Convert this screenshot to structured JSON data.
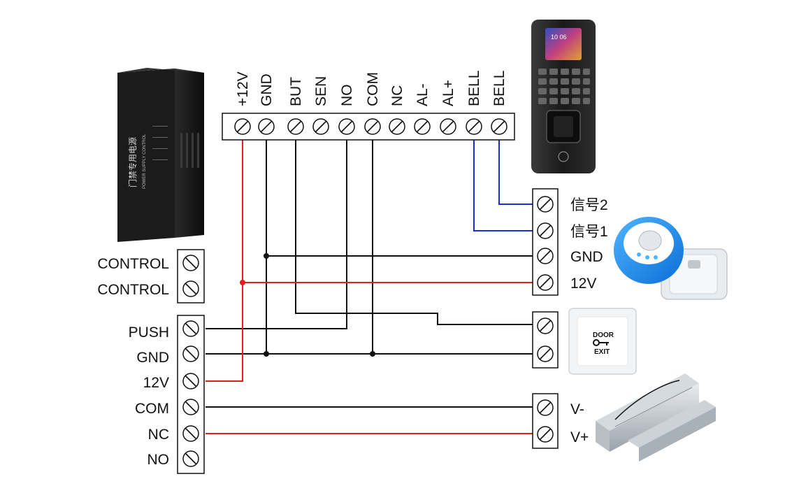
{
  "top_terminals": [
    "+12V",
    "GND",
    "BUT",
    "SEN",
    "NO",
    "COM",
    "NC",
    "AL-",
    "AL+",
    "BELL",
    "BELL"
  ],
  "psu": {
    "device_text": "门禁专用电源",
    "device_subtext": "POWER SUPPLY CONTROL",
    "control_labels": [
      "CONTROL",
      "CONTROL"
    ],
    "output_labels": [
      "PUSH",
      "GND",
      "12V",
      "COM",
      "NC",
      "NO"
    ]
  },
  "doorbell": {
    "labels": [
      "信号2",
      "信号1",
      "GND",
      "12V"
    ]
  },
  "exit_button": {
    "line1": "DOOR",
    "line2": "EXIT"
  },
  "maglock": {
    "labels": [
      "V-",
      "V+"
    ]
  },
  "reader": {
    "screen_time": "10 06"
  },
  "colors": {
    "black_wire": "#111111",
    "red_wire": "#e02020",
    "blue_wire": "#1a2ed6"
  }
}
